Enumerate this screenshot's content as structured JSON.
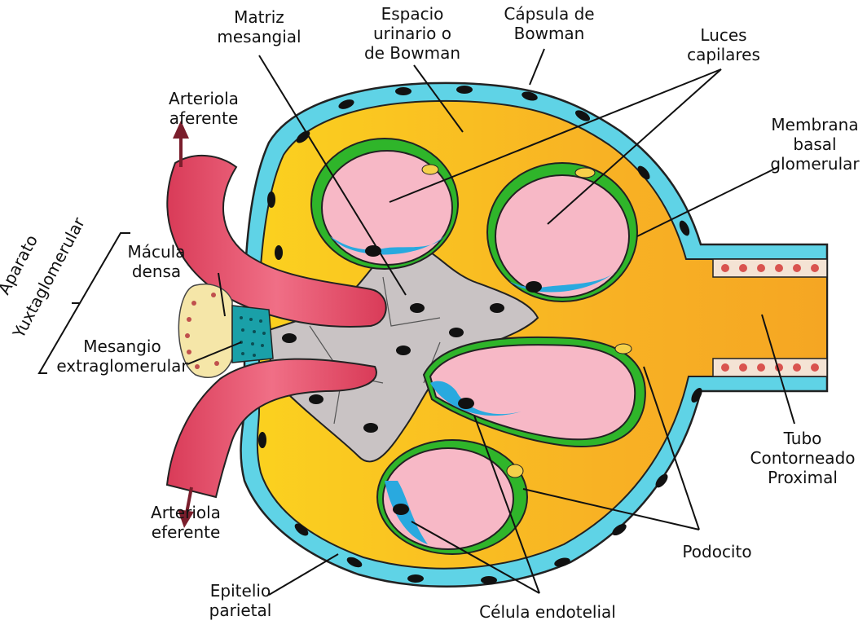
{
  "colors": {
    "yellow": "#fbd11f",
    "orange": "#f5a623",
    "cyan": "#5fd3e6",
    "pink": "#f7b8c6",
    "green": "#2fb52a",
    "gray": "#c9c3c4",
    "artery": "#e84b66",
    "blue": "#29a9df"
  },
  "labels": {
    "matriz": [
      "Matriz",
      "mesangial"
    ],
    "espacio": [
      "Espacio",
      "urinario o",
      "de Bowman"
    ],
    "capsula": [
      "Cápsula de",
      "Bowman"
    ],
    "luces": [
      "Luces",
      "capilares"
    ],
    "membrana": [
      "Membrana",
      "basal",
      "glomerular"
    ],
    "arteriola_aferente": [
      "Arteriola",
      "aferente"
    ],
    "aparato": [
      "Aparato",
      "Yuxtaglomerular"
    ],
    "macula": [
      "Mácula",
      "densa"
    ],
    "mesangio": [
      "Mesangio",
      "extraglomerular"
    ],
    "arteriola_eferente": [
      "Arteriola",
      "eferente"
    ],
    "tubo": [
      "Tubo",
      "Contorneado",
      "Proximal"
    ],
    "podocito": "Podocito",
    "epitelio": [
      "Epitelio",
      "parietal"
    ],
    "celula": "Célula endotelial"
  }
}
